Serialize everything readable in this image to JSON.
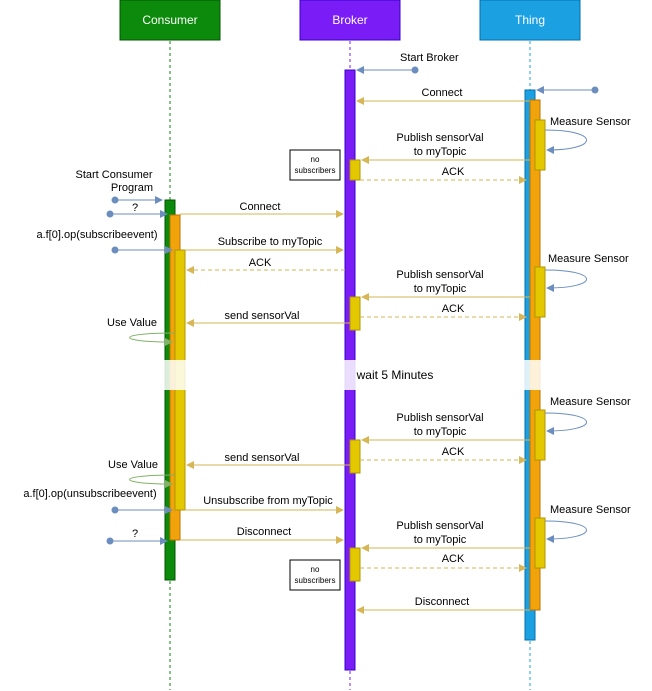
{
  "participants": {
    "consumer": "Consumer",
    "broker": "Broker",
    "thing": "Thing"
  },
  "colors": {
    "consumer": "#0c8a0c",
    "broker": "#7a1cf5",
    "thing": "#1ba1e2",
    "activation_orange": "#f0a30a",
    "activation_yellow": "#e3c800",
    "message": "#d6b656",
    "trigger": "#6c8ebf"
  },
  "labels": {
    "start_broker": "Start Broker",
    "connect": "Connect",
    "measure_sensor": "Measure Sensor",
    "publish_line1": "Publish sensorVal",
    "publish_line2": "to myTopic",
    "ack": "ACK",
    "no": "no",
    "subscribers": "subscribers",
    "start_consumer_line1": "Start Consumer",
    "start_consumer_line2": "Program",
    "question": "?",
    "subscribe_call": "a.f[0].op(subscribeevent)",
    "subscribe_to_topic": "Subscribe to myTopic",
    "send_sensorval": "send sensorVal",
    "use_value": "Use Value",
    "wait": "wait 5 Minutes",
    "unsubscribe_call": "a.f[0].op(unsubscribeevent)",
    "unsubscribe_from_topic": "Unsubscribe from myTopic",
    "disconnect": "Disconnect"
  }
}
